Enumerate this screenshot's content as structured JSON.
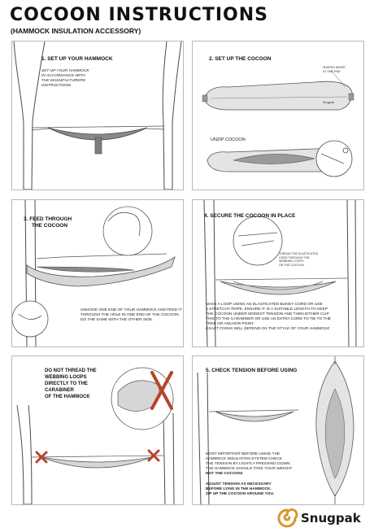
{
  "header": {
    "title": "COCOON INSTRUCTIONS",
    "subtitle": "(HAMMOCK INSULATION ACCESSORY)"
  },
  "panels": {
    "p1": {
      "step": "1. SET UP YOUR HAMMOCK",
      "text_lines": [
        "SET UP YOUR HAMMOCK",
        "IN ACCORDANCE WITH",
        "THE MANUFACTURERS",
        "INSTRUCTIONS"
      ]
    },
    "p2": {
      "step": "2. SET UP THE COCOON",
      "shaped_wider": [
        "SHAPED WIDER",
        "AT ONE END"
      ],
      "unzip": "UNZIP COCOON",
      "logo_tag": "Snugpak"
    },
    "p3": {
      "step_lines": [
        "3. FEED THROUGH",
        "THE COCOON"
      ],
      "text_lines": [
        "UNHOOK ONE END OF YOUR HAMMOCK AND FEED IT",
        "THROUGH THE HOLE IN ONE END OF THE COCOON.",
        "DO THE SAME WITH THE OTHER SIDE"
      ]
    },
    "p4": {
      "step": "4. SECURE THE COCOON IN PLACE",
      "thread_note": [
        "THREAD THE ELASTICATED",
        "CORD THROUGH THE",
        "WEBBING LOOPS",
        "ON THE COCOON"
      ],
      "text_lines": [
        "MAKE A LOOP USING AN ELASTICATED BUNGY CORD OR USE",
        "A STRETCHY ROPE. ENSURE IT IS A SUITABLE LENGTH TO KEEP",
        "THE COCOON UNDER MODEST TENSION AND THEN EITHER CLIP",
        "THIS TO THE CARABINER OR USE AN EXTRA CORD TO TIE TO THE",
        "TREE OR ANCHOR POINT."
      ],
      "italic_line": "EXACT FIXING WILL DEPEND ON THE STYLE OF YOUR HAMMOCK"
    },
    "p5": {
      "callout_lines": [
        "DO NOT THREAD  THE",
        "WEBBING  LOOPS",
        "DIRECTLY TO THE",
        "CARABINER",
        "OF THE HAMMOCK"
      ]
    },
    "p6": {
      "step": "5. CHECK TENSION BEFORE USING",
      "text_lines": [
        "MOST IMPORTANT BEFORE USING THE",
        "HAMMOCK INSULATION SYSTEM CHECK",
        "THE TENSION BY LIGHTLY PRESSING DOWN.",
        "THE HAMMOCK SHOULD TAKE YOUR WEIGHT"
      ],
      "bold_line": "NOT THE COCOON!",
      "adjust_lines": [
        "ADJUST TENSION AS NECESSARY",
        "BEFORE LYING IN THE HAMMOCK.",
        "ZIP UP THE COCOON AROUND YOU."
      ]
    }
  },
  "footer": {
    "brand": "Snugpak"
  },
  "colors": {
    "line": "#4a4a4a",
    "hammock": "#8a8a8a",
    "cocoon": "#d6d6d6",
    "cross": "#b5452a",
    "brand": "#d8962a"
  }
}
